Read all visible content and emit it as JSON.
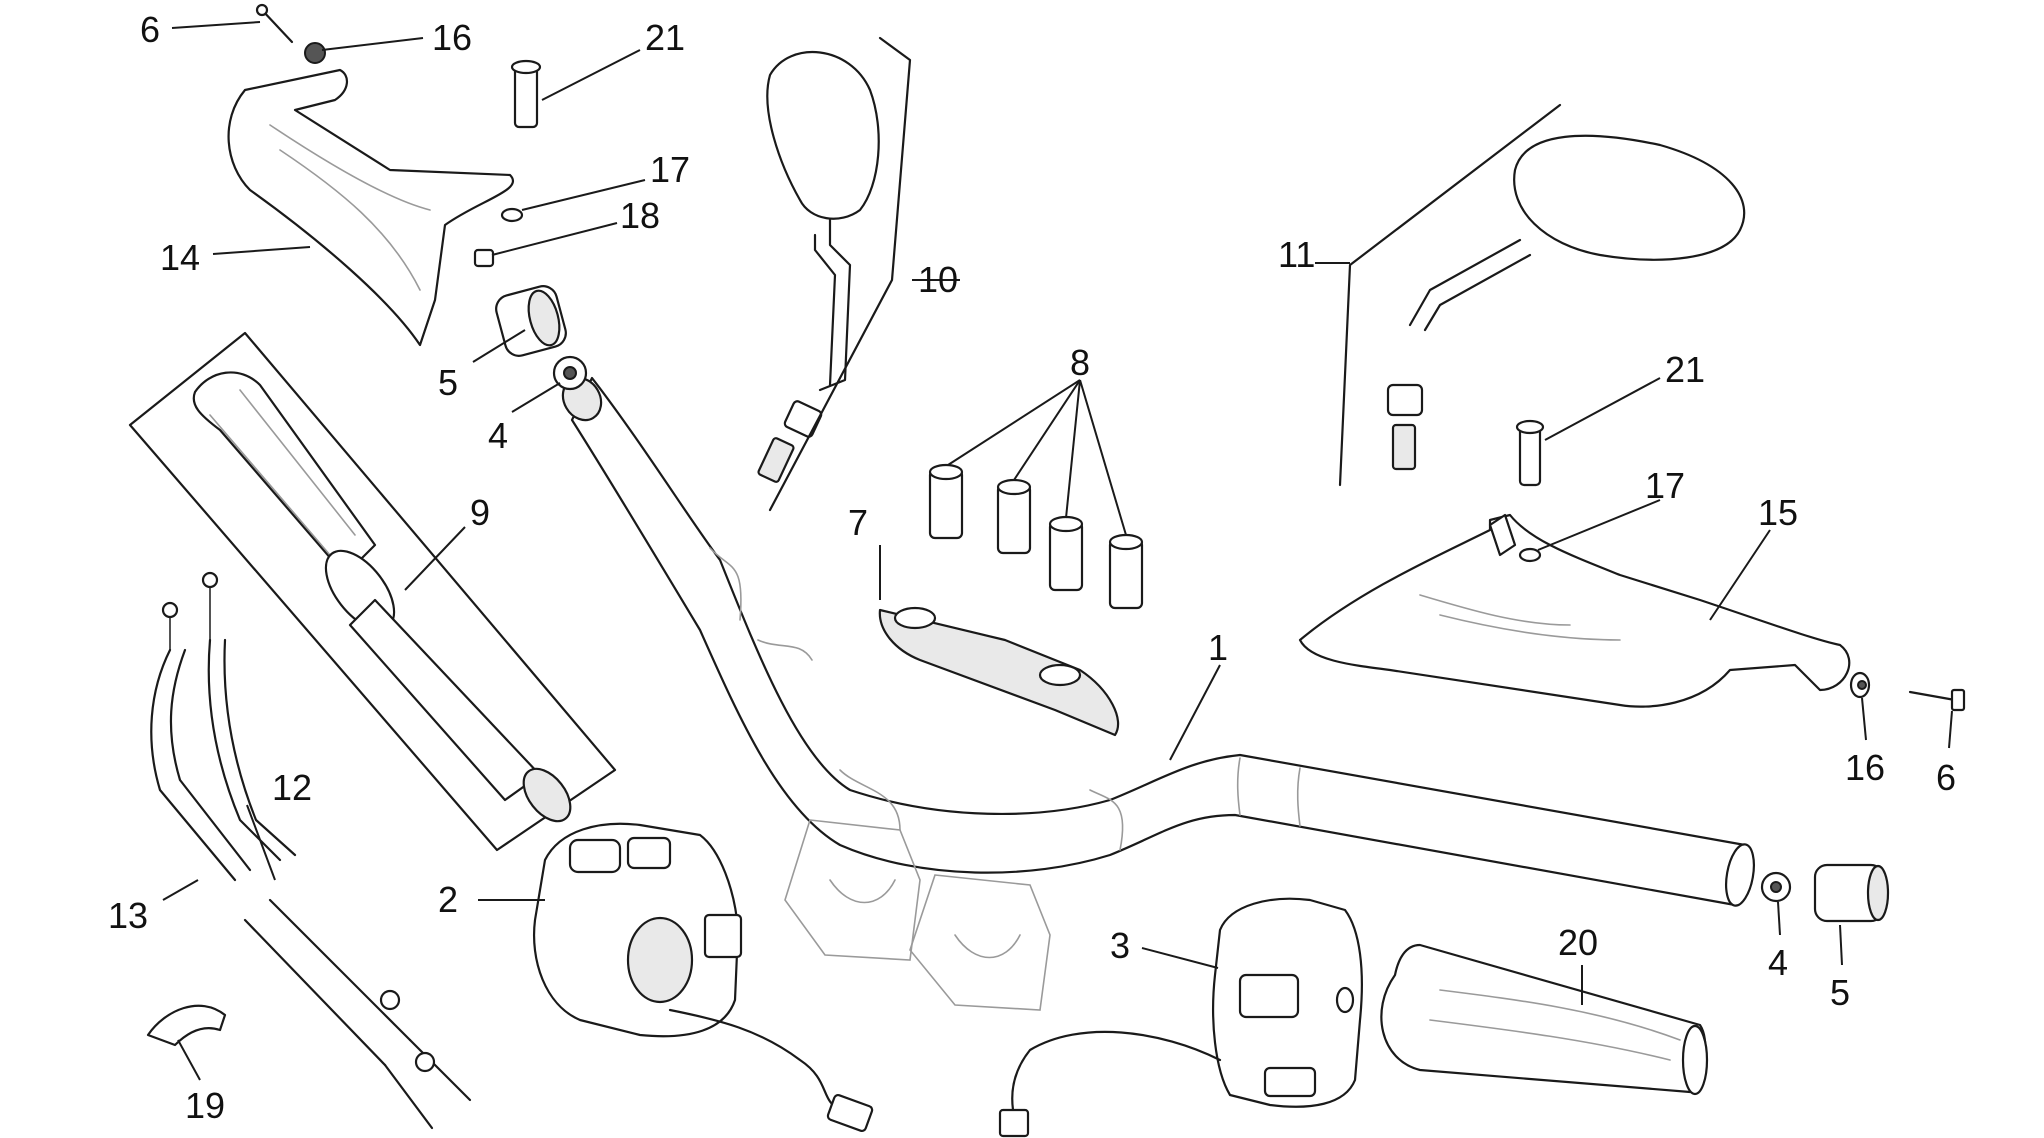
{
  "callouts": {
    "c1": "1",
    "c2": "2",
    "c3": "3",
    "c4a": "4",
    "c4b": "4",
    "c5a": "5",
    "c5b": "5",
    "c6a": "6",
    "c6b": "6",
    "c7": "7",
    "c8": "8",
    "c9": "9",
    "c10": "10",
    "c11": "11",
    "c12": "12",
    "c13": "13",
    "c14": "14",
    "c15": "15",
    "c16a": "16",
    "c16b": "16",
    "c17a": "17",
    "c17b": "17",
    "c18": "18",
    "c19": "19",
    "c20": "20",
    "c21a": "21",
    "c21b": "21"
  }
}
